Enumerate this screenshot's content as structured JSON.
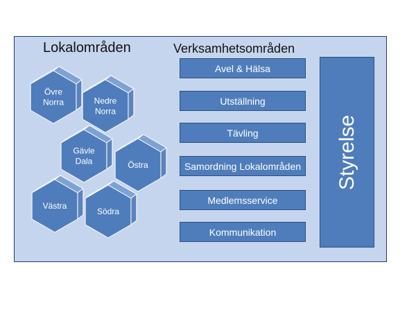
{
  "headings": {
    "local": "Lokalområden",
    "verksamhet": "Verksamhetsområden"
  },
  "local_areas": [
    {
      "lines": [
        "Övre",
        "Norra"
      ]
    },
    {
      "lines": [
        "Nedre",
        "Norra"
      ]
    },
    {
      "lines": [
        "Gävle",
        "Dala"
      ]
    },
    {
      "lines": [
        "Östra"
      ]
    },
    {
      "lines": [
        "Västra"
      ]
    },
    {
      "lines": [
        "Södra"
      ]
    }
  ],
  "verksamhet_areas": [
    {
      "label": "Avel & Hälsa"
    },
    {
      "label": "Utställning"
    },
    {
      "label": "Tävling"
    },
    {
      "label": "Samordning Lokalområden"
    },
    {
      "label": "Medlemsservice"
    },
    {
      "label": "Kommunikation"
    }
  ],
  "board": {
    "label": "Styrelse"
  },
  "colors": {
    "panel": "#c5d5ee",
    "box": "#4f7dbb",
    "box_border": "#2c4f7f",
    "hex_top": "#7fa2d4",
    "hex_side": "#5b83bd",
    "hex_front": "#4f7dbb"
  }
}
